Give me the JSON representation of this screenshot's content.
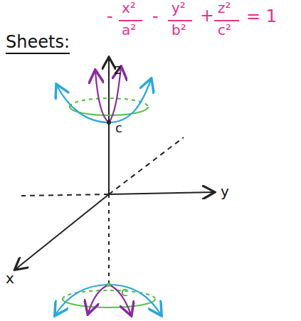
{
  "diagram": {
    "labels": [
      "Sheets:",
      "-",
      "x²",
      "a²",
      "-",
      "y²",
      "b²",
      "+",
      "z²",
      "c²",
      "= 1",
      "z",
      "y",
      "x",
      "c",
      "c"
    ]
  }
}
